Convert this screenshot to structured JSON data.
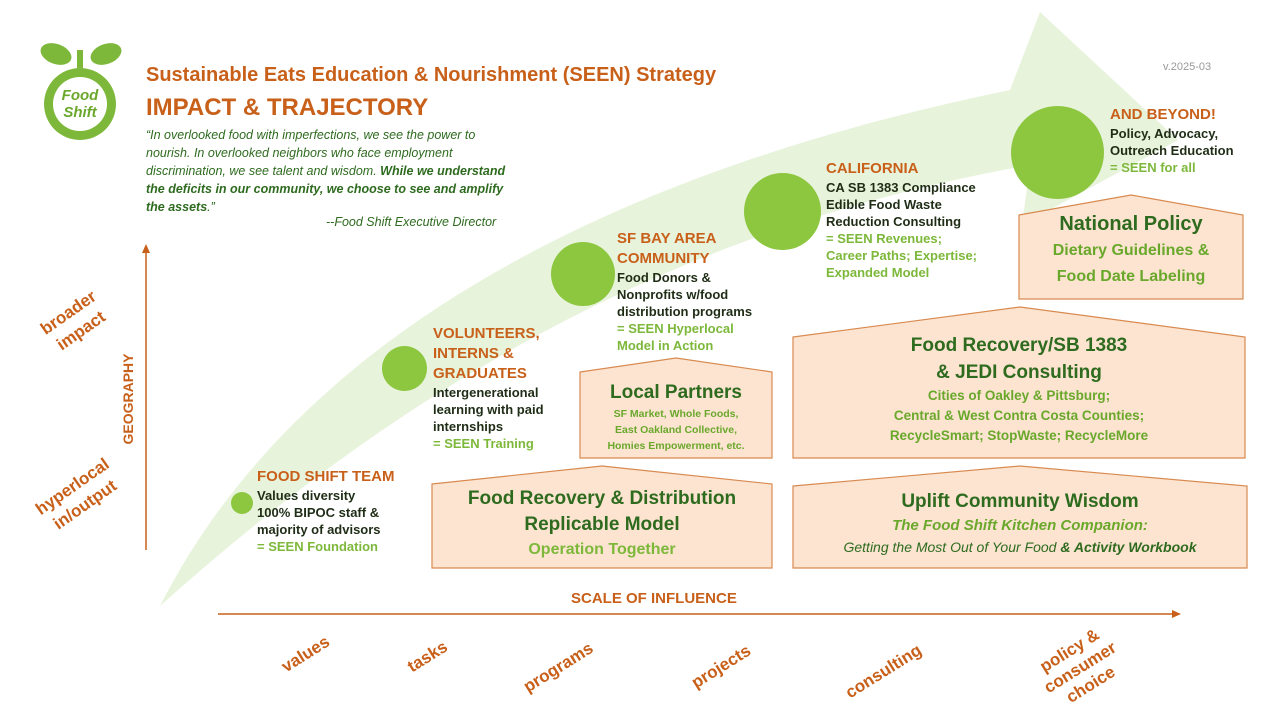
{
  "header": {
    "title": "Sustainable Eats Education & Nourishment (SEEN) Strategy",
    "subtitle": "IMPACT & TRAJECTORY",
    "version": "v.2025-03",
    "logo_text": "Food Shift"
  },
  "quote": {
    "part1": "“In overlooked food with imperfections, we see the power to nourish. In overlooked neighbors who face employment discrimination, we see talent and wisdom. ",
    "bold": "While we understand the deficits in our community, we choose to see and amplify the assets",
    "end": ".”",
    "attribution": "--Food Shift Executive Director"
  },
  "stages": [
    {
      "heading": "FOOD SHIFT TEAM",
      "body": "Values diversity\n100% BIPOC staff &\nmajority of advisors",
      "seen": "= SEEN Foundation"
    },
    {
      "heading": "VOLUNTEERS,\nINTERNS &\nGRADUATES",
      "body": "Intergenerational\nlearning with paid\ninternships",
      "seen": "= SEEN Training"
    },
    {
      "heading": "SF BAY AREA\nCOMMUNITY",
      "body": "Food Donors &\nNonprofits w/food\ndistribution programs",
      "seen": "= SEEN Hyperlocal\nModel in Action"
    },
    {
      "heading": "CALIFORNIA",
      "body": "CA SB 1383 Compliance\nEdible Food Waste\nReduction Consulting",
      "seen": "= SEEN Revenues;\nCareer Paths; Expertise;\nExpanded Model"
    },
    {
      "heading": "AND BEYOND!",
      "body": "Policy, Advocacy,\nOutreach Education",
      "seen": "= SEEN for all"
    }
  ],
  "boxes": {
    "food_recovery": {
      "line1": "Food Recovery & Distribution",
      "line2": "Replicable Model",
      "line3": "Operation Together"
    },
    "local_partners": {
      "title": "Local Partners",
      "sub": "SF Market, Whole Foods,\nEast Oakland Collective,\nHomies Empowerment, etc."
    },
    "uplift": {
      "title": "Uplift Community Wisdom",
      "line2": "The Food Shift Kitchen Companion:",
      "line3a": "Getting the Most Out of Your Food",
      "line3b": " & Activity Workbook"
    },
    "consulting": {
      "title1": "Food Recovery/SB 1383",
      "title2": "& JEDI Consulting",
      "sub": "Cities of Oakley & Pittsburg;\nCentral & West Contra Costa Counties;\nRecycleSmart; StopWaste; RecycleMore"
    },
    "policy": {
      "title": "National Policy",
      "sub1": "Dietary Guidelines &",
      "sub2": "Food Date Labeling"
    }
  },
  "axes": {
    "x_title": "SCALE OF INFLUENCE",
    "y_title": "GEOGRAPHY",
    "y_top": "broader\nimpact",
    "y_bottom": "hyperlocal\nin/output",
    "x_ticks": [
      "values",
      "tasks",
      "programs",
      "projects",
      "consulting",
      "policy &\nconsumer\nchoice"
    ]
  },
  "colors": {
    "accent_orange": "#c8601a",
    "light_green": "#8dc63f",
    "dark_green": "#2e6b1f",
    "box_fill": "#fce4d0",
    "box_border": "#d98a50",
    "arrow_fill": "#e8f3dc"
  }
}
